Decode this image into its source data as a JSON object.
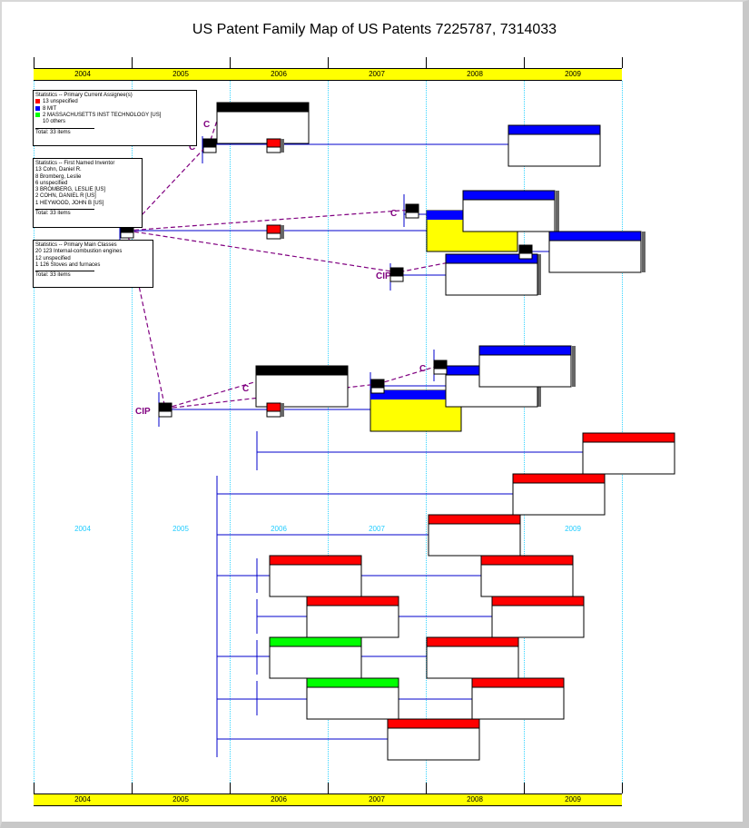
{
  "title": "US Patent Family Map of US Patents 7225787, 7314033",
  "years": [
    "2004",
    "2005",
    "2006",
    "2007",
    "2008",
    "2009"
  ],
  "colors": {
    "accent_year_bar": "#ffff00",
    "grid": "#35d4ff",
    "link_line": "#0000cc",
    "continuation_line": "#800080",
    "unspecified": "#ff0000",
    "mit": "#0000ff",
    "massachusetts": "#00ff00",
    "owner": "#000000",
    "pending": "#ffff00"
  },
  "stats": {
    "assignee": {
      "heading": "Statistics -- Primary Current Assignee(s)",
      "rows": [
        {
          "text": "13  unspecified",
          "color": "#ff0000"
        },
        {
          "text": "8  MIT",
          "color": "#0000ff"
        },
        {
          "text": "2  MASSACHUSETTS INST TECHNOLOGY [US]",
          "color": "#00ff00"
        },
        {
          "text": "10  others",
          "color": ""
        }
      ],
      "total": "Total: 33 items"
    },
    "inventor": {
      "heading": "Statistics -- First Named Inventor",
      "rows": [
        {
          "text": "13  Cohn, Daniel R."
        },
        {
          "text": "8  Bromberg, Leslie"
        },
        {
          "text": "6  unspecified"
        },
        {
          "text": "3  BROMBERG, LESLIE [US]"
        },
        {
          "text": "2  COHN, DANIEL R [US]"
        },
        {
          "text": "1  HEYWOOD, JOHN B [US]"
        }
      ],
      "total": "Total: 33 items"
    },
    "classes": {
      "heading": "Statistics -- Primary Main Classes",
      "rows": [
        {
          "text": "20  123 Internal-combustion engines"
        },
        {
          "text": "12  unspecified"
        },
        {
          "text": "1  126 Stoves and furnaces"
        }
      ],
      "total": "Total: 33 items"
    }
  },
  "relation_labels": [
    "C",
    "C",
    "C",
    "CIP",
    "C",
    "CIP",
    "C"
  ]
}
